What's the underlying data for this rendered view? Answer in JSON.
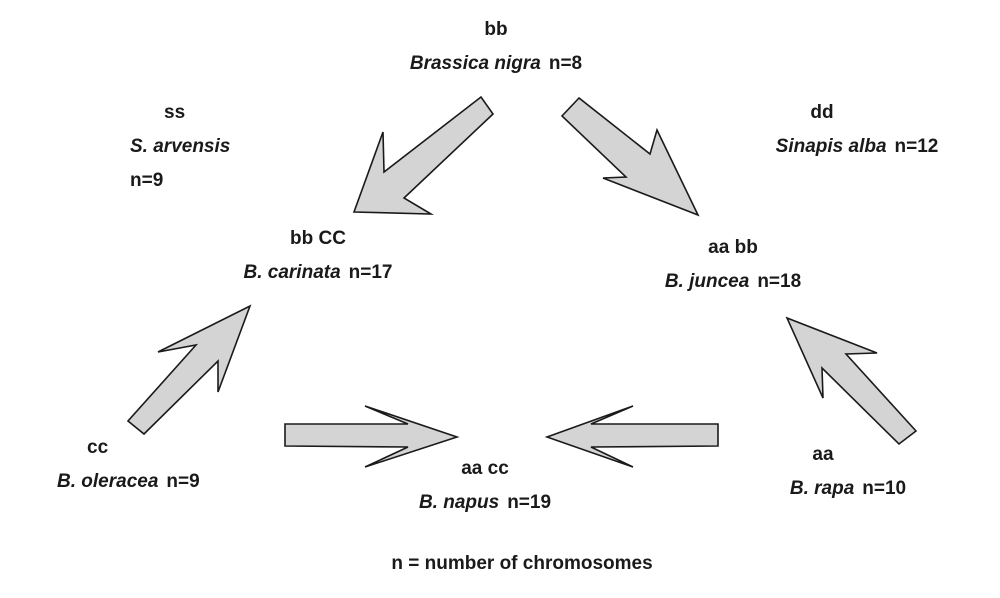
{
  "colors": {
    "arrow_fill": "#d4d4d4",
    "arrow_stroke": "#1a1a1a",
    "text": "#1a1a1a"
  },
  "nodes": {
    "nigra": {
      "genome": "bb",
      "species": "Brassica nigra",
      "chromosomes": "n=8"
    },
    "arvensis": {
      "genome": "ss",
      "species": "S. arvensis",
      "chromosomes": "n=9"
    },
    "alba": {
      "genome": "dd",
      "species": "Sinapis alba",
      "chromosomes": "n=12"
    },
    "carinata": {
      "genome": "bb CC",
      "species": "B. carinata",
      "chromosomes": "n=17"
    },
    "juncea": {
      "genome": "aa bb",
      "species": "B. juncea",
      "chromosomes": "n=18"
    },
    "oleracea": {
      "genome": "cc",
      "species": "B. oleracea",
      "chromosomes": "n=9"
    },
    "napus": {
      "genome": "aa cc",
      "species": "B. napus",
      "chromosomes": "n=19"
    },
    "rapa": {
      "genome": "aa",
      "species": "B. rapa",
      "chromosomes": "n=10"
    }
  },
  "arrows": [
    {
      "from": "nigra",
      "to": "carinata"
    },
    {
      "from": "nigra",
      "to": "juncea"
    },
    {
      "from": "oleracea",
      "to": "carinata"
    },
    {
      "from": "rapa",
      "to": "juncea"
    },
    {
      "from": "oleracea",
      "to": "napus"
    },
    {
      "from": "rapa",
      "to": "napus"
    }
  ],
  "legend": "n = number of chromosomes"
}
